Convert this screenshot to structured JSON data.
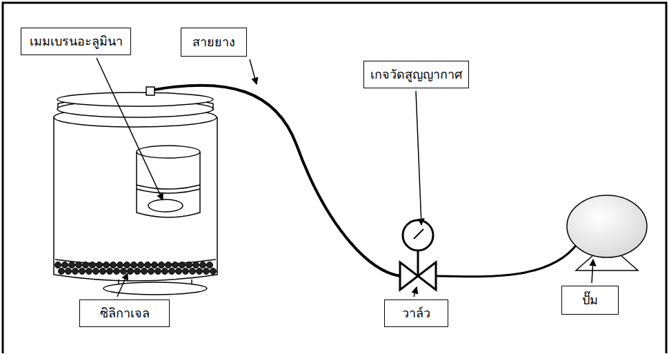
{
  "diagram": {
    "nodes": [
      {
        "text": [
          "เมมเบรนอะลูมินา"
        ]
      },
      {
        "text": [
          "สายยาง"
        ]
      },
      {
        "text": [
          "เกจวัดสูญญากาศ"
        ]
      },
      {
        "text": [
          "ซิลิกาเจล"
        ]
      },
      {
        "text": [
          "วาล์ว"
        ]
      },
      {
        "text": [
          "ปั๊ม"
        ]
      }
    ]
  }
}
